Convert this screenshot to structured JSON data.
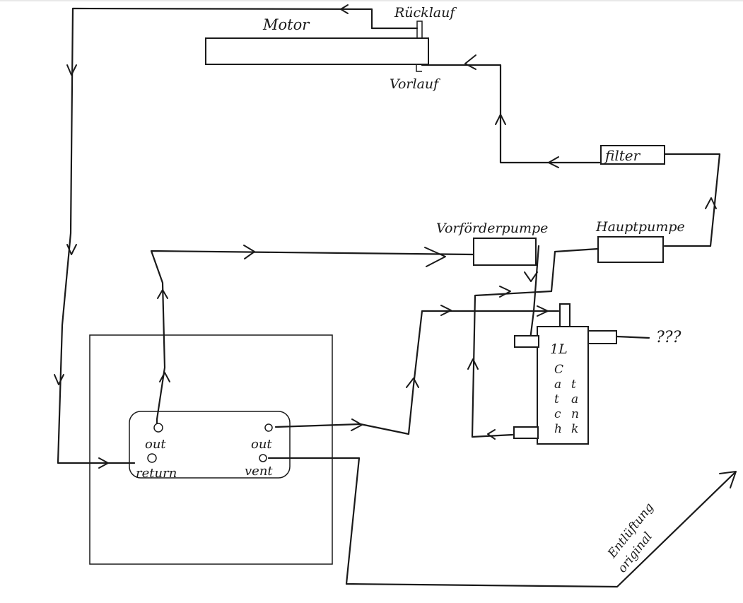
{
  "labels": {
    "motor": "Motor",
    "ruecklauf": "Rücklauf",
    "vorlauf": "Vorlauf",
    "filter": "filter",
    "vorfoerderpumpe": "Vorförderpumpe",
    "hauptpumpe": "Hauptpumpe",
    "unknown": "???",
    "tank_out_left": "out",
    "tank_return": "return",
    "tank_out_right": "out",
    "tank_vent": "vent",
    "catch_tank_chars": [
      "1L",
      "C",
      "a",
      "t",
      "c",
      "h",
      "t",
      "a",
      "n",
      "k"
    ],
    "vent_original": [
      "Entlüftung",
      "original"
    ]
  },
  "colors": {
    "ink": "#1a1a1a",
    "paper": "#ffffff"
  }
}
